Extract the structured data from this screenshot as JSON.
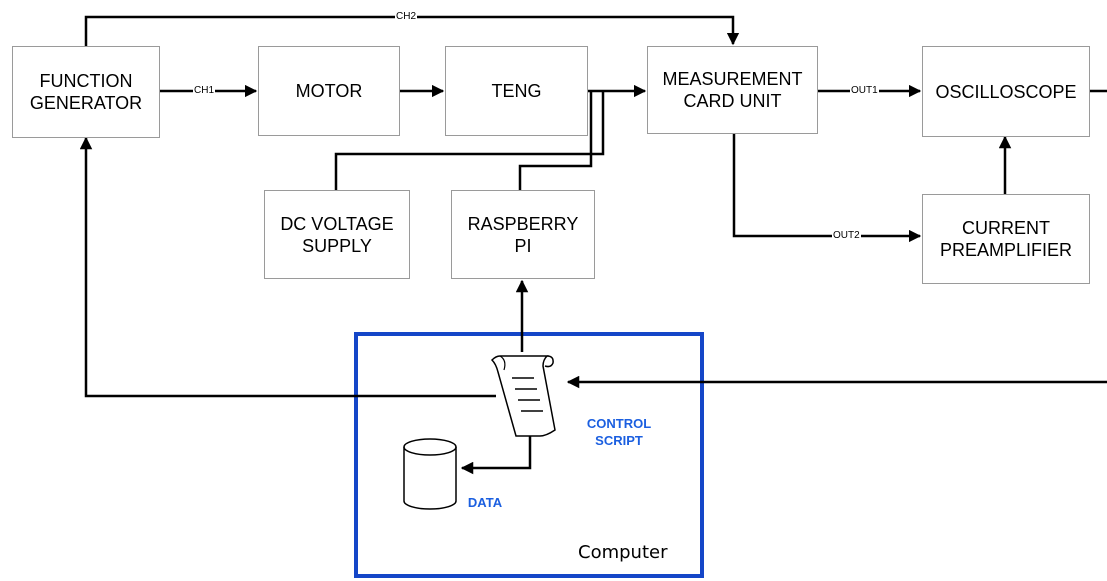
{
  "blocks": {
    "function_generator": "FUNCTION\nGENERATOR",
    "motor": "MOTOR",
    "teng": "TENG",
    "measurement_card_unit": "MEASUREMENT\nCARD UNIT",
    "oscilloscope": "OSCILLOSCOPE",
    "dc_voltage_supply": "DC VOLTAGE\nSUPPLY",
    "raspberry_pi": "RASPBERRY\nPI",
    "current_preamplifier": "CURRENT\nPREAMPLIFIER"
  },
  "signals": {
    "ch1": "CH1",
    "ch2": "CH2",
    "out1": "OUT1",
    "out2": "OUT2"
  },
  "computer": {
    "label": "Computer",
    "control_script": "CONTROL\nSCRIPT",
    "data": "DATA"
  },
  "colors": {
    "computer_border": "#1546c8",
    "script_text": "#1b5fe0",
    "block_border": "#9a9a9a"
  }
}
